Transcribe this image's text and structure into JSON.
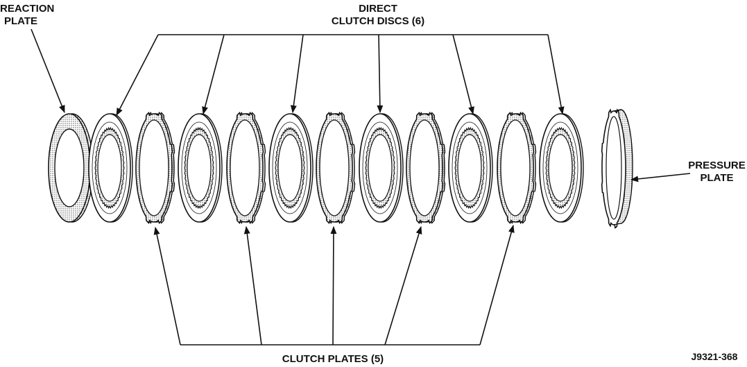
{
  "labels": {
    "reaction_plate": [
      "REACTION",
      "PLATE"
    ],
    "direct_clutch_discs": [
      "DIRECT",
      "CLUTCH DISCS (6)"
    ],
    "pressure_plate": [
      "PRESSURE",
      "PLATE"
    ],
    "clutch_plates": "CLUTCH PLATES (5)",
    "figure_id": "J9321-368"
  },
  "components": {
    "reaction_plate_count": 1,
    "clutch_disc_count": 6,
    "clutch_plate_count": 5,
    "pressure_plate_count": 1
  },
  "colors": {
    "ink": "#111111",
    "shade": "#9a9a9a",
    "paper": "#ffffff"
  }
}
